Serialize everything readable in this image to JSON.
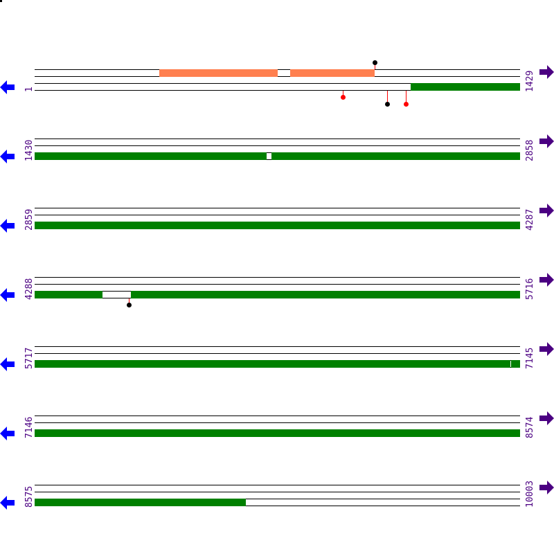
{
  "colors": {
    "coverage": "#008000",
    "feature": "#ff8050",
    "left_arrow": "#0000ff",
    "right_arrow": "#4b0082",
    "label": "#4b0082",
    "marker_red": "#ff0000",
    "marker_black": "#000000"
  },
  "rows": [
    {
      "start": "1",
      "end": "1429"
    },
    {
      "start": "1430",
      "end": "2858"
    },
    {
      "start": "2859",
      "end": "4287"
    },
    {
      "start": "4288",
      "end": "5716"
    },
    {
      "start": "5717",
      "end": "7145"
    },
    {
      "start": "7146",
      "end": "8574"
    },
    {
      "start": "8575",
      "end": "10003"
    }
  ],
  "icons": {
    "left": "arrow-left-icon",
    "right": "arrow-right-icon"
  }
}
